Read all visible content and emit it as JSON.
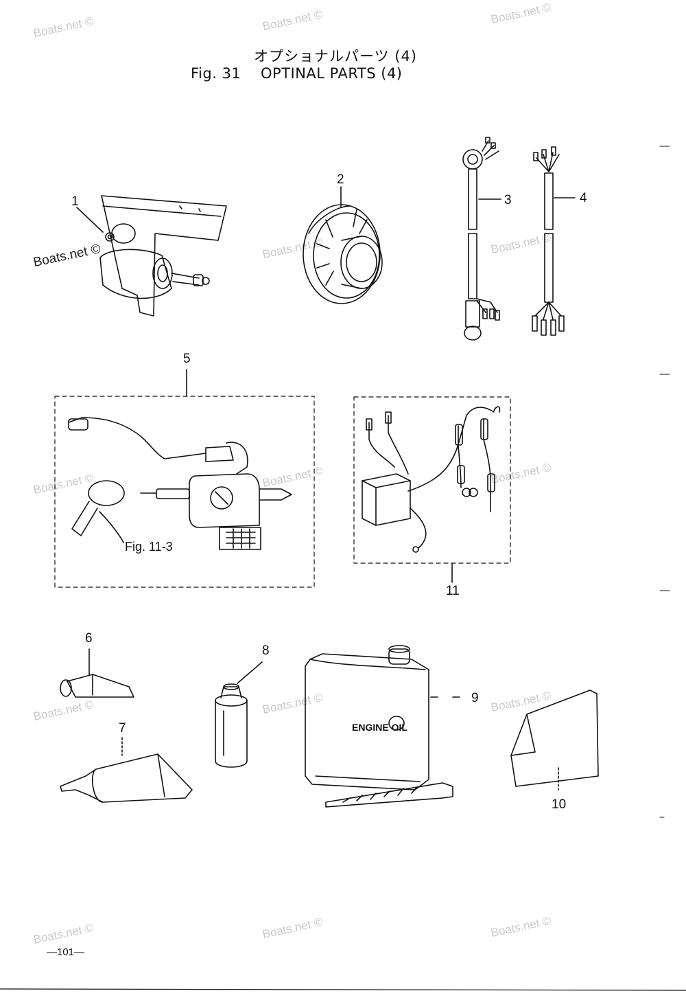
{
  "title": {
    "jp": "オプショナルパーツ (4)",
    "fig": "Fig. 31",
    "en": "OPTINAL PARTS (4)"
  },
  "watermark": "Boats.net ©",
  "callouts": {
    "c1": "1",
    "c2": "2",
    "c3": "3",
    "c4": "4",
    "c5": "5",
    "c6": "6",
    "c7": "7",
    "c8": "8",
    "c9": "9",
    "c10": "10",
    "c11": "11"
  },
  "ref_label": "Fig. 11-3",
  "oil_can_label": "ENGINE OIL",
  "page_number": "—101—"
}
